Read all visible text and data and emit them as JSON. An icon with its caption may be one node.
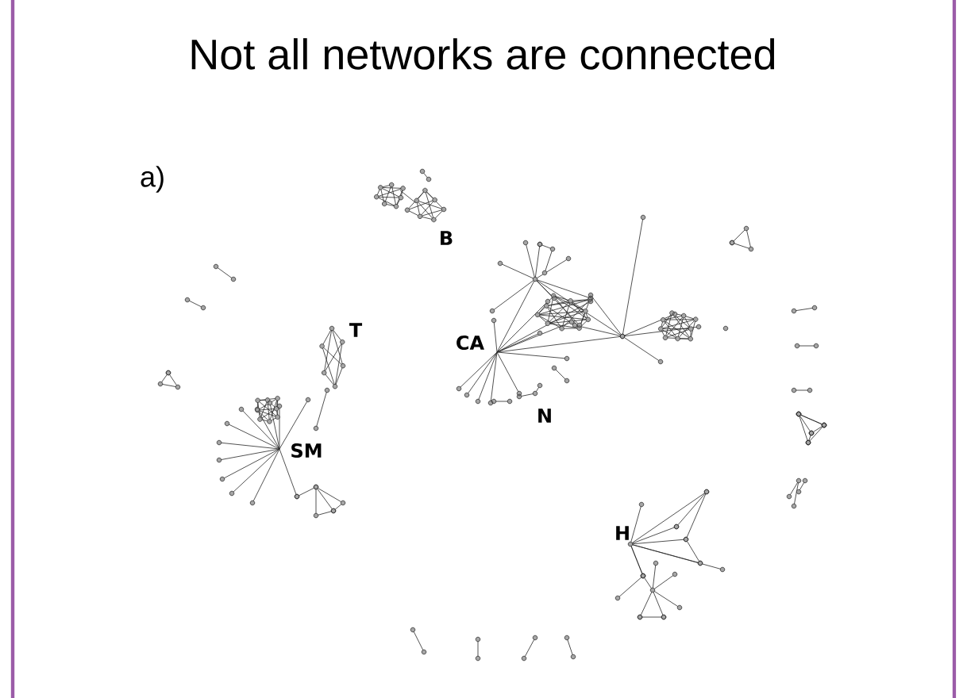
{
  "diagram": {
    "title": "Not all networks are connected",
    "labels": [
      "a)",
      "B",
      "T",
      "CA",
      "N",
      "SM",
      "H"
    ]
  }
}
